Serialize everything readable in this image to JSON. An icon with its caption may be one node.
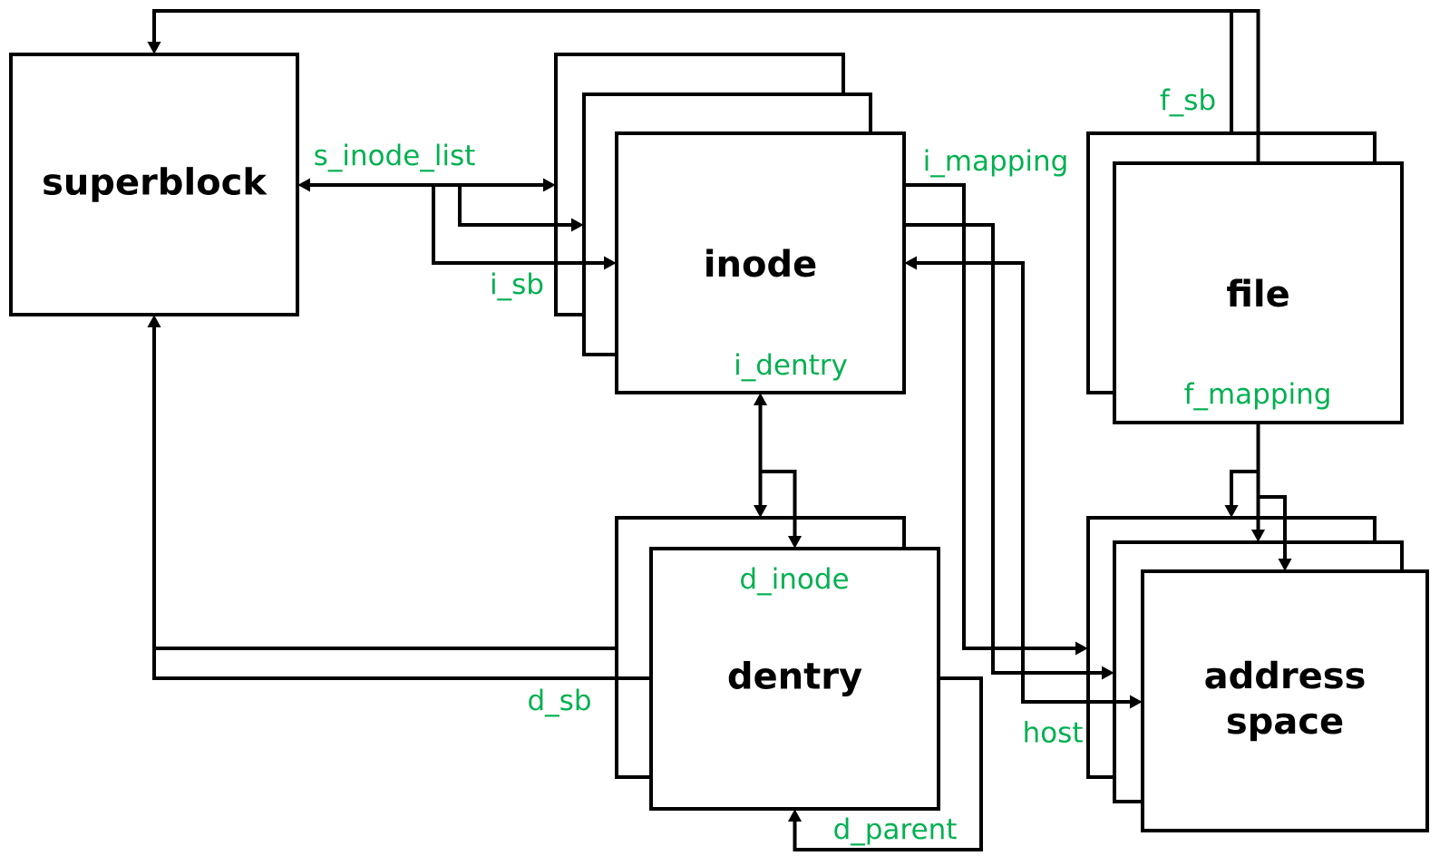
{
  "diagram": {
    "nodes": [
      {
        "text": [
          "superblock"
        ]
      },
      {
        "text": [
          "inode"
        ]
      },
      {
        "text": [
          "file"
        ]
      },
      {
        "text": [
          "dentry"
        ]
      },
      {
        "text": [
          "address space"
        ]
      }
    ],
    "edges": [
      {
        "from": 0,
        "to": 1,
        "arrow": "both",
        "label": "s_inode_list"
      },
      {
        "from": 0,
        "to": 1,
        "arrow": "both"
      },
      {
        "from": 0,
        "to": 1,
        "arrow": "both",
        "label": "i_sb"
      },
      {
        "from": 1,
        "to": 3,
        "arrow": "both",
        "label": "i_dentry"
      },
      {
        "from": 1,
        "to": 3,
        "arrow": "both",
        "label": "d_inode"
      },
      {
        "from": 2,
        "to": 0,
        "arrow": "to"
      },
      {
        "from": 2,
        "to": 0,
        "arrow": "to",
        "label": "f_sb"
      },
      {
        "from": 1,
        "to": 4,
        "arrow": "to",
        "label": "i_mapping"
      },
      {
        "from": 1,
        "to": 4,
        "arrow": "to"
      },
      {
        "from": 1,
        "to": 4,
        "arrow": "both",
        "label": "host"
      },
      {
        "from": 2,
        "to": 4,
        "arrow": "to",
        "label": "f_mapping"
      },
      {
        "from": 2,
        "to": 4,
        "arrow": "to"
      },
      {
        "from": 2,
        "to": 4,
        "arrow": "to"
      },
      {
        "from": 3,
        "to": 0,
        "arrow": "to"
      },
      {
        "from": 3,
        "to": 0,
        "arrow": "to",
        "label": "d_sb"
      },
      {
        "from": 3,
        "to": 3,
        "arrow": "to",
        "label": "d_parent"
      }
    ]
  }
}
